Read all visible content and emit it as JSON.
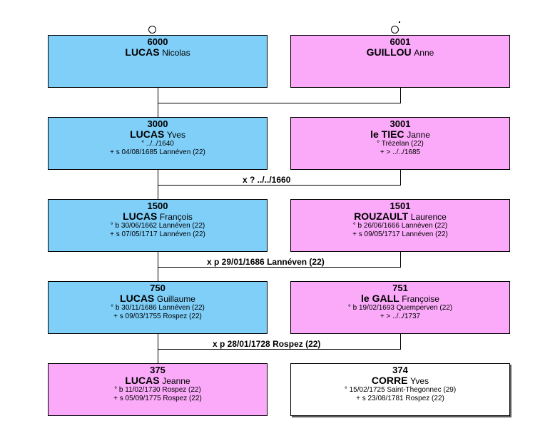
{
  "persons": {
    "p6000": {
      "num": "6000",
      "surname": "LUCAS",
      "given": "Nicolas",
      "line1": "",
      "line2": ""
    },
    "p6001": {
      "num": "6001",
      "surname": "GUILLOU",
      "given": "Anne",
      "line1": "",
      "line2": ""
    },
    "p3000": {
      "num": "3000",
      "surname": "LUCAS",
      "given": "Yves",
      "line1": "° ../../1640",
      "line2": "+ s 04/08/1685 Lannéven (22)"
    },
    "p3001": {
      "num": "3001",
      "surname": "le TIEC",
      "given": "Janne",
      "line1": "° Trézelan (22)",
      "line2": "+ > ../../1685"
    },
    "p1500": {
      "num": "1500",
      "surname": "LUCAS",
      "given": "François",
      "line1": "° b 30/06/1662 Lannéven (22)",
      "line2": "+ s 07/05/1717 Lannéven (22)"
    },
    "p1501": {
      "num": "1501",
      "surname": "ROUZAULT",
      "given": "Laurence",
      "line1": "° b 26/06/1666 Lannéven (22)",
      "line2": "+ s 09/05/1717 Lannéven (22)"
    },
    "p750": {
      "num": "750",
      "surname": "LUCAS",
      "given": "Guillaume",
      "line1": "° b 30/11/1686 Lannéven (22)",
      "line2": "+ s 09/03/1755 Rospez (22)"
    },
    "p751": {
      "num": "751",
      "surname": "le GALL",
      "given": "Françoise",
      "line1": "° b 19/02/1693 Quemperven (22)",
      "line2": "+ > ../../1737"
    },
    "p375": {
      "num": "375",
      "surname": "LUCAS",
      "given": "Jeanne",
      "line1": "° b 11/02/1730 Rospez (22)",
      "line2": "+ s 05/09/1775 Rospez (22)"
    },
    "p374": {
      "num": "374",
      "surname": "CORRE",
      "given": "Yves",
      "line1": "° 15/02/1725 Saint-Thegonnec (29)",
      "line2": "+ s 23/08/1781 Rospez (22)"
    }
  },
  "marriages": {
    "m3000": "x ? ../../1660",
    "m1500": "x p 29/01/1686 Lannéven (22)",
    "m750": "x p 28/01/1728 Rospez (22)"
  },
  "colors": {
    "male": "#7fcff9",
    "female": "#fbaaf9",
    "spouse": "#ffffff"
  }
}
